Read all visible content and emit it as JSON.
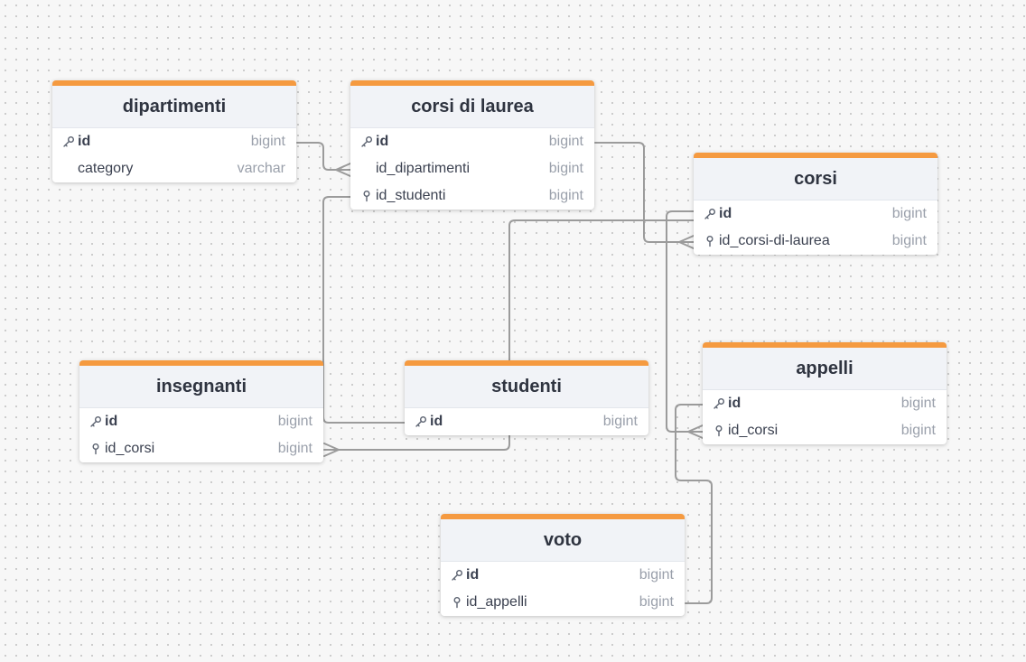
{
  "colors": {
    "header_accent": "#f59a40",
    "edge": "#9b9b9b"
  },
  "tables": {
    "dipartimenti": {
      "title": "dipartimenti",
      "fields": [
        {
          "name": "id",
          "type": "bigint",
          "icon": "key-icon"
        },
        {
          "name": "category",
          "type": "varchar",
          "icon": ""
        }
      ]
    },
    "corsi_di_laurea": {
      "title": "corsi di laurea",
      "fields": [
        {
          "name": "id",
          "type": "bigint",
          "icon": "key-icon"
        },
        {
          "name": "id_dipartimenti",
          "type": "bigint",
          "icon": ""
        },
        {
          "name": "id_studenti",
          "type": "bigint",
          "icon": "foreign-key-icon"
        }
      ]
    },
    "corsi": {
      "title": "corsi",
      "fields": [
        {
          "name": "id",
          "type": "bigint",
          "icon": "key-icon"
        },
        {
          "name": "id_corsi-di-laurea",
          "type": "bigint",
          "icon": "foreign-key-icon"
        }
      ]
    },
    "insegnanti": {
      "title": "insegnanti",
      "fields": [
        {
          "name": "id",
          "type": "bigint",
          "icon": "key-icon"
        },
        {
          "name": "id_corsi",
          "type": "bigint",
          "icon": "foreign-key-icon"
        }
      ]
    },
    "studenti": {
      "title": "studenti",
      "fields": [
        {
          "name": "id",
          "type": "bigint",
          "icon": "key-icon"
        }
      ]
    },
    "appelli": {
      "title": "appelli",
      "fields": [
        {
          "name": "id",
          "type": "bigint",
          "icon": "key-icon"
        },
        {
          "name": "id_corsi",
          "type": "bigint",
          "icon": "foreign-key-icon"
        }
      ]
    },
    "voto": {
      "title": "voto",
      "fields": [
        {
          "name": "id",
          "type": "bigint",
          "icon": "key-icon"
        },
        {
          "name": "id_appelli",
          "type": "bigint",
          "icon": "foreign-key-icon"
        }
      ]
    }
  },
  "relations": [
    {
      "from": "dipartimenti.id",
      "to": "corsi di laurea.id_dipartimenti"
    },
    {
      "from": "corsi di laurea.id",
      "to": "corsi.id_corsi-di-laurea"
    },
    {
      "from": "studenti.id",
      "to": "corsi di laurea.id_studenti"
    },
    {
      "from": "corsi.id",
      "to": "insegnanti.id_corsi"
    },
    {
      "from": "corsi.id",
      "to": "appelli.id_corsi"
    },
    {
      "from": "appelli.id",
      "to": "voto.id_appelli"
    }
  ]
}
